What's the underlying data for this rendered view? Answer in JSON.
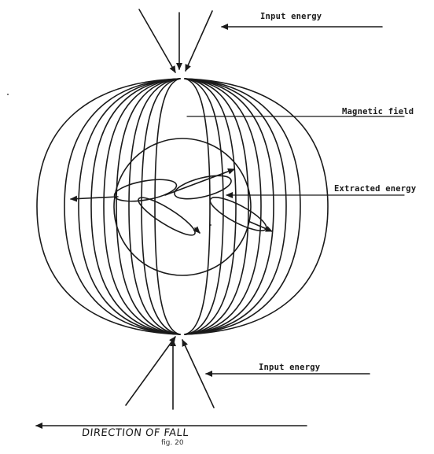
{
  "labels": {
    "input_energy_top": "Input energy",
    "magnetic_field": "Magnetic field",
    "extracted_energy": "Extracted energy",
    "input_energy_bottom": "Input energy",
    "direction_of_fall": "DIRECTION OF FALL",
    "figure_caption": "fig. 20"
  },
  "colors": {
    "ink": "#1a1a1a",
    "paper": "#ffffff"
  }
}
